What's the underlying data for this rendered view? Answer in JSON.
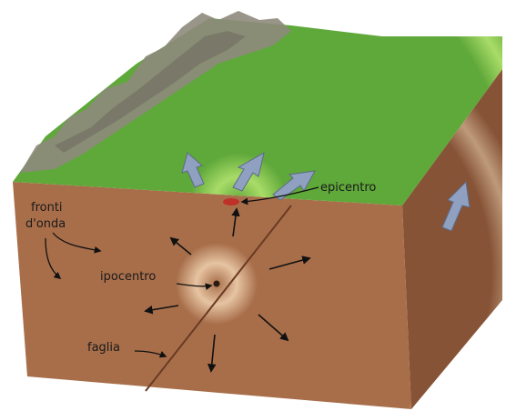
{
  "labels": {
    "wave_fronts_line1": "fronti",
    "wave_fronts_line2": "d'onda",
    "hypocenter": "ipocentro",
    "epicenter": "epicentro",
    "fault": "faglia"
  },
  "colors": {
    "ring_light": "#e6c4a2",
    "ring_dark": "#a86e4a",
    "side_dark": "#9a5f3f",
    "grass_light": "#9fd45e",
    "grass_dark": "#5fa83a",
    "mountain": "#8e8a7c",
    "arrow_blue": "#8fa0c0",
    "arrow_black": "#111111",
    "epicenter_mark": "#c0302a"
  }
}
